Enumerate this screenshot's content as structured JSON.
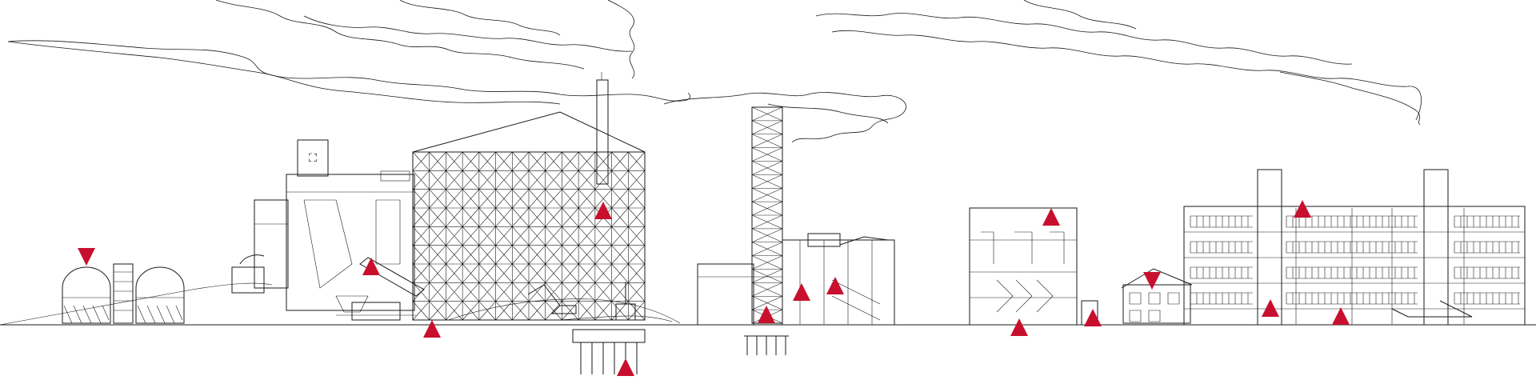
{
  "scene": {
    "style": "line-art industrial plant panorama",
    "stroke_color": "#1a1a1a",
    "background_color": "#ffffff"
  },
  "markers": {
    "color": "#c8102e",
    "items": [
      {
        "id": "gas-holders",
        "direction": "down"
      },
      {
        "id": "boiler-building",
        "direction": "up"
      },
      {
        "id": "coal-yard",
        "direction": "up"
      },
      {
        "id": "coal-storage-frame",
        "direction": "up"
      },
      {
        "id": "foundation-pile",
        "direction": "up"
      },
      {
        "id": "chimney-base",
        "direction": "up"
      },
      {
        "id": "desulfurization-unit",
        "direction": "up"
      },
      {
        "id": "flue-gas-equipment",
        "direction": "up"
      },
      {
        "id": "treatment-building-top",
        "direction": "up"
      },
      {
        "id": "treatment-building-ground",
        "direction": "up"
      },
      {
        "id": "small-equipment",
        "direction": "up"
      },
      {
        "id": "small-house",
        "direction": "down"
      },
      {
        "id": "office-building-top",
        "direction": "up"
      },
      {
        "id": "office-building-left",
        "direction": "up"
      },
      {
        "id": "office-building-right",
        "direction": "up"
      }
    ]
  }
}
